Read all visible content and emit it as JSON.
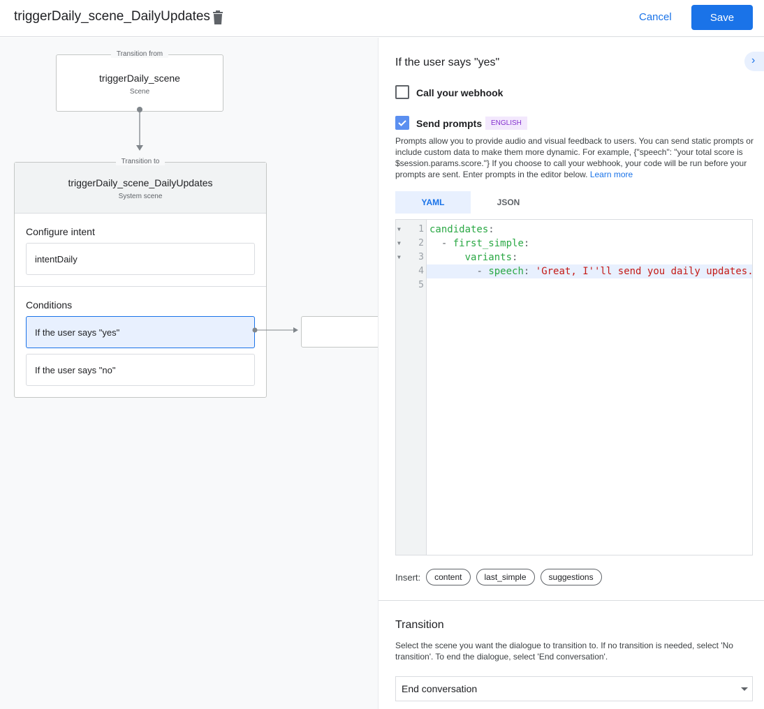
{
  "header": {
    "title": "triggerDaily_scene_DailyUpdates",
    "cancel": "Cancel",
    "save": "Save"
  },
  "canvas": {
    "from": {
      "legend": "Transition from",
      "name": "triggerDaily_scene",
      "sub": "Scene"
    },
    "to": {
      "legend": "Transition to",
      "name": "triggerDaily_scene_DailyUpdates",
      "sub": "System scene",
      "intent_title": "Configure intent",
      "intent": "intentDaily",
      "conditions_title": "Conditions",
      "conditions": [
        "If the user says \"yes\"",
        "If the user says \"no\""
      ]
    }
  },
  "panel": {
    "title": "If the user says \"yes\"",
    "webhook": {
      "label": "Call your webhook",
      "checked": false
    },
    "prompts": {
      "label": "Send prompts",
      "checked": true,
      "badge": "ENGLISH"
    },
    "desc": "Prompts allow you to provide audio and visual feedback to users. You can send static prompts or include custom data to make them more dynamic. For example, {\"speech\": \"your total score is $session.params.score.\"} If you choose to call your webhook, your code will be run before your prompts are sent. Enter prompts in the editor below.",
    "learn_more": "Learn more",
    "tabs": [
      "YAML",
      "JSON"
    ],
    "active_tab": "YAML",
    "code": {
      "l1k": "candidates",
      "l2k": "first_simple",
      "l3k": "variants",
      "l4k": "speech",
      "l4v": "'Great, I''ll send you daily updates.",
      "colon": ":",
      "dash": "-"
    },
    "line_numbers": [
      "1",
      "2",
      "3",
      "4",
      "5"
    ],
    "insert_label": "Insert:",
    "chips": [
      "content",
      "last_simple",
      "suggestions"
    ],
    "transition": {
      "title": "Transition",
      "desc": "Select the scene you want the dialogue to transition to. If no transition is needed, select 'No transition'. To end the dialogue, select 'End conversation'.",
      "value": "End conversation"
    }
  },
  "colors": {
    "accent": "#1a73e8",
    "badge": "#8430ce"
  }
}
